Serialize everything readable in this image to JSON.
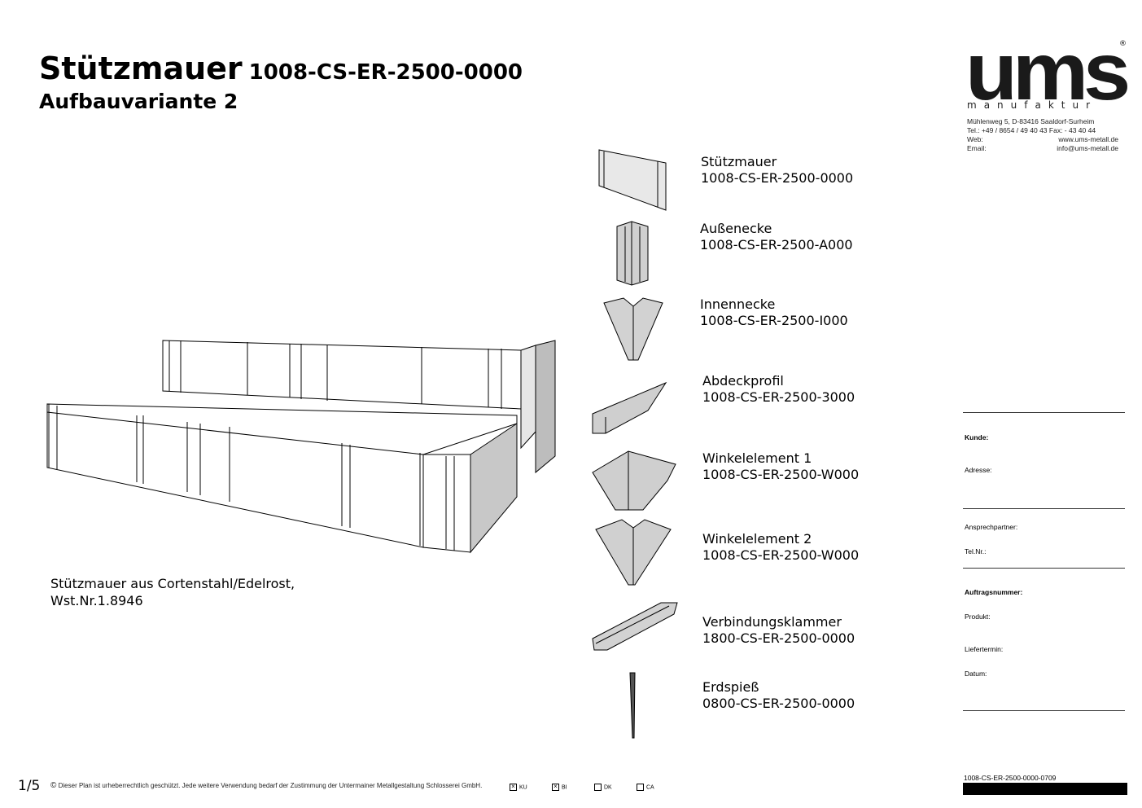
{
  "title": {
    "main": "Stützmauer",
    "code": "1008-CS-ER-2500-0000",
    "subtitle": "Aufbauvariante 2"
  },
  "logo": {
    "word": "ums",
    "registered": "®",
    "sub": "manufaktur",
    "address": [
      [
        "Mühlenweg 5, D-83416  Saaldorf-Surheim",
        ""
      ],
      [
        "Tel.: +49 / 8654 / 49 40 43  Fax: - 43 40 44",
        ""
      ],
      [
        "Web:",
        "www.ums-metall.de"
      ],
      [
        "Email:",
        "info@ums-metall.de"
      ]
    ]
  },
  "parts": [
    {
      "name": "Stützmauer",
      "code": "1008-CS-ER-2500-0000",
      "icon": "wall-panel-icon"
    },
    {
      "name": "Außenecke",
      "code": "1008-CS-ER-2500-A000",
      "icon": "outer-corner-icon"
    },
    {
      "name": "Innennecke",
      "code": "1008-CS-ER-2500-I000",
      "icon": "inner-corner-icon"
    },
    {
      "name": "Abdeckprofil",
      "code": "1008-CS-ER-2500-3000",
      "icon": "cover-profile-icon"
    },
    {
      "name": "Winkelelement 1",
      "code": "1008-CS-ER-2500-W000",
      "icon": "angle-element-1-icon"
    },
    {
      "name": "Winkelelement 2",
      "code": "1008-CS-ER-2500-W000",
      "icon": "angle-element-2-icon"
    },
    {
      "name": "Verbindungsklammer",
      "code": "1800-CS-ER-2500-0000",
      "icon": "connecting-clamp-icon"
    },
    {
      "name": "Erdspieß",
      "code": "0800-CS-ER-2500-0000",
      "icon": "ground-spike-icon"
    }
  ],
  "note": {
    "line1": "Stützmauer aus Cortenstahl/Edelrost,",
    "line2": "Wst.Nr.1.8946"
  },
  "form": {
    "kunde": "Kunde:",
    "adresse": "Adresse:",
    "ansprechpartner": "Ansprechpartner:",
    "telnr": "Tel.Nr.:",
    "auftragsnummer": "Auftragsnummer:",
    "produkt": "Produkt:",
    "liefertermin": "Liefertermin:",
    "datum": "Datum:"
  },
  "footer": {
    "page": "1/5",
    "copyright_symbol": "©",
    "copyright": "Dieser Plan ist urheberrechtlich geschützt. Jede weitere Verwendung bedarf der Zustimmung der Untermainer Metallgestaltung Schlosserei GmbH.",
    "checks": [
      {
        "label": "KU",
        "checked": true
      },
      {
        "label": "BI",
        "checked": true
      },
      {
        "label": "DK",
        "checked": false
      },
      {
        "label": "CA",
        "checked": false
      }
    ],
    "doc_number": "1008-CS-ER-2500-0000-0709"
  }
}
